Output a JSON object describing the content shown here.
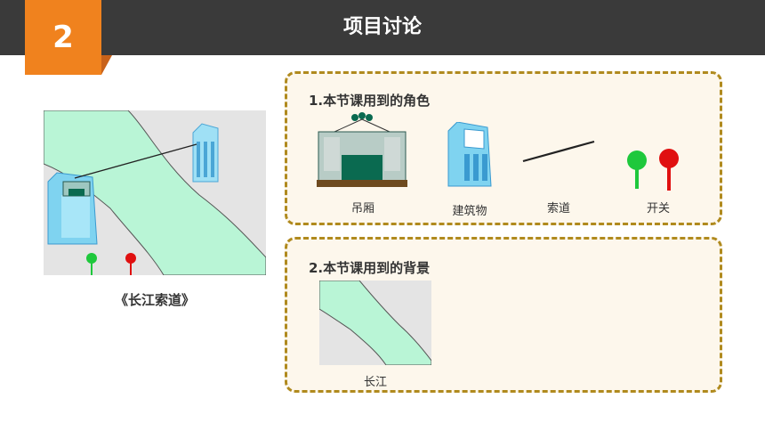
{
  "header": {
    "number": "2",
    "title": "项目讨论"
  },
  "scene": {
    "caption": "《长江索道》"
  },
  "roles": {
    "heading": "1.本节课用到的角色",
    "items": [
      {
        "label": "吊厢",
        "icon": "cable-car-icon"
      },
      {
        "label": "建筑物",
        "icon": "building-icon"
      },
      {
        "label": "索道",
        "icon": "cable-icon"
      },
      {
        "label": "开关",
        "icon": "switch-icon"
      }
    ]
  },
  "backgrounds": {
    "heading": "2.本节课用到的背景",
    "items": [
      {
        "label": "长江",
        "icon": "river-background-icon"
      }
    ]
  },
  "colors": {
    "header": "#3a3a3a",
    "badge": "#f0821e",
    "river": "#b9f5d6",
    "land": "#e4e4e4",
    "panel_border": "#b08a1e",
    "panel_bg": "#fdf7ec",
    "switch_green": "#1ec83c",
    "switch_red": "#e01010"
  }
}
